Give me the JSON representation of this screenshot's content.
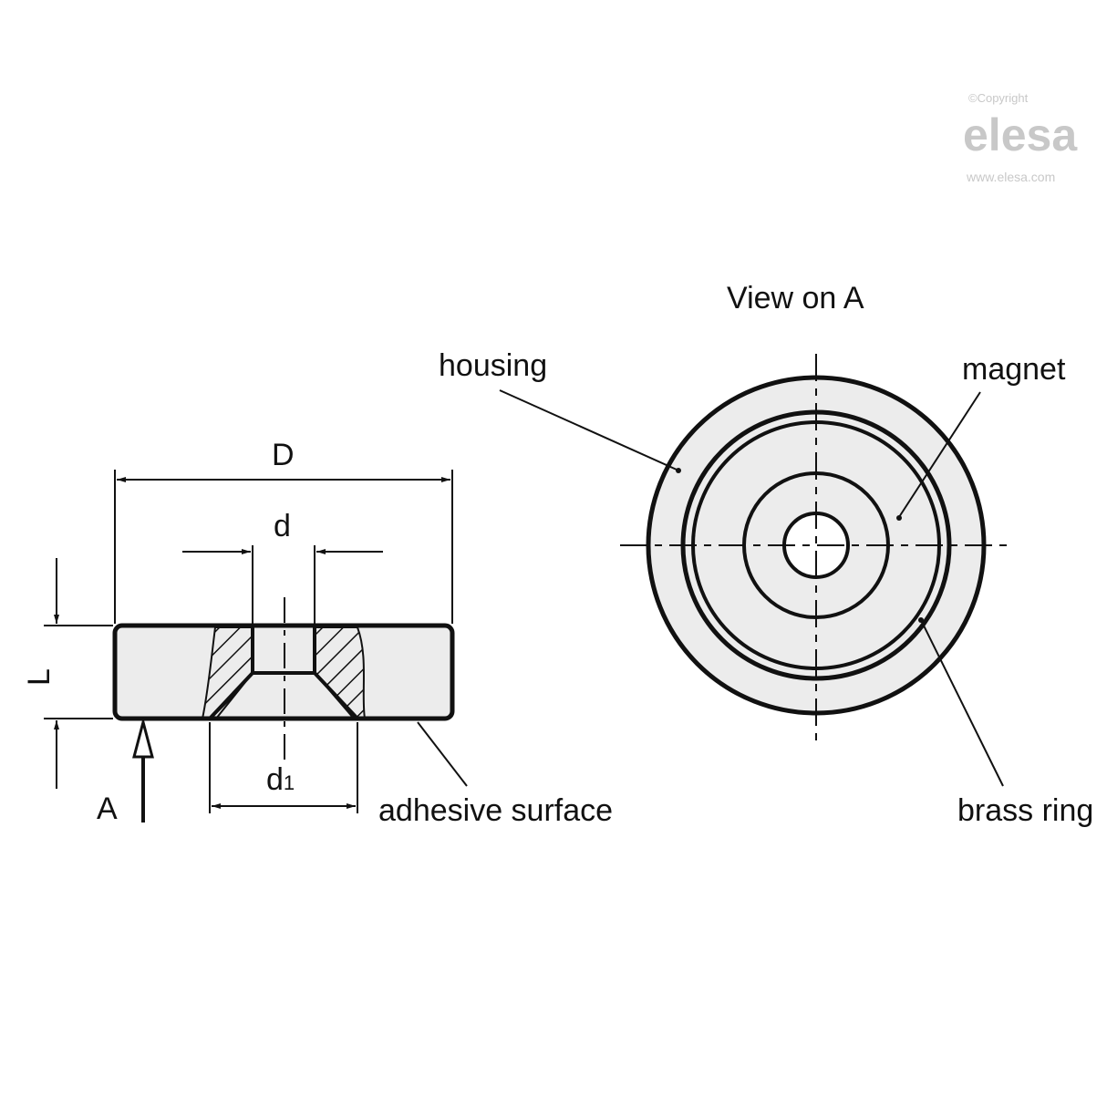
{
  "logo": {
    "copyright": "©Copyright",
    "brand": "elesa",
    "url": "www.elesa.com"
  },
  "side_view": {
    "dim_D": "D",
    "dim_d": "d",
    "dim_L": "L",
    "dim_d1": "d",
    "dim_d1_sub": "1",
    "view_arrow": "A",
    "adhesive_surface": "adhesive surface"
  },
  "front_view": {
    "title": "View on A",
    "housing": "housing",
    "magnet": "magnet",
    "brass_ring": "brass ring"
  },
  "colors": {
    "fill": "#ececec",
    "line": "#111111"
  }
}
